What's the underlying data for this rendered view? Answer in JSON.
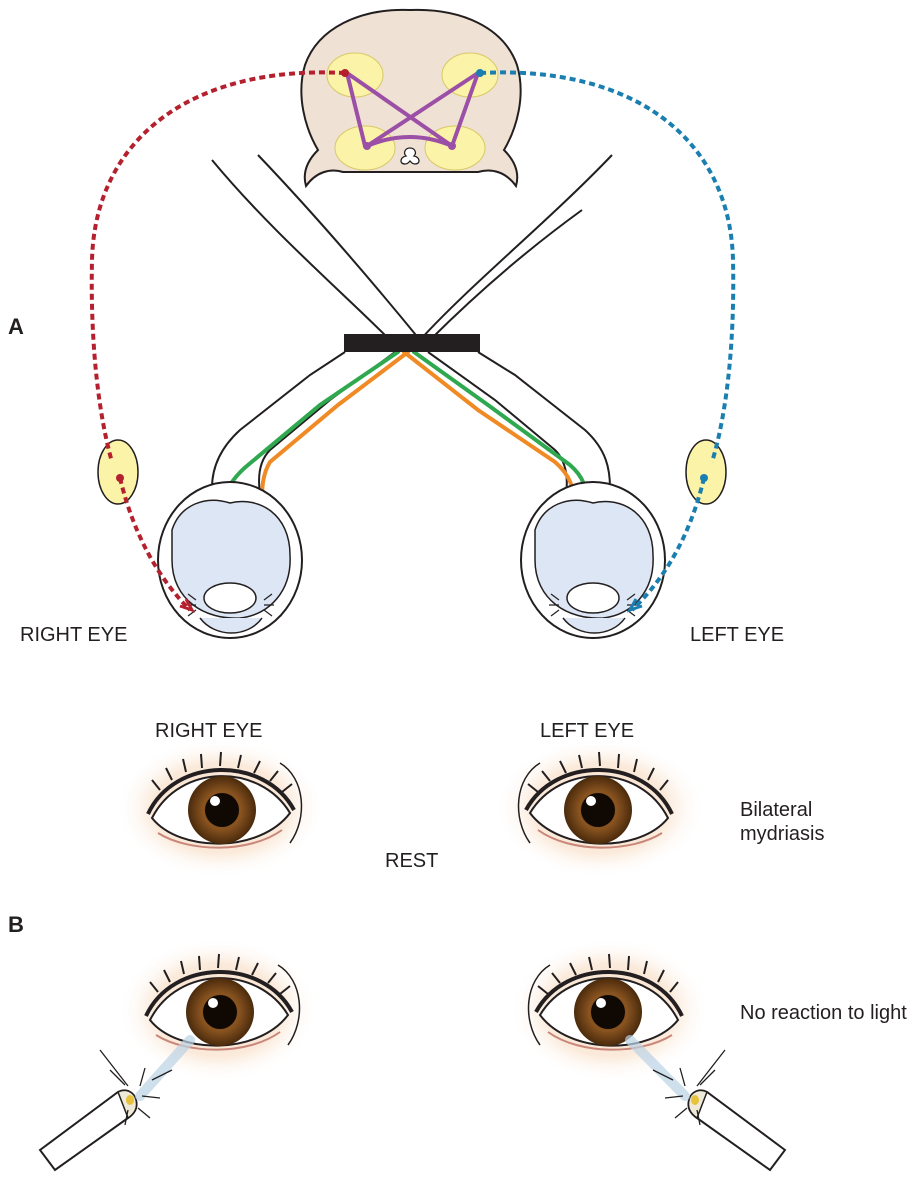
{
  "panel_a": {
    "label": "A",
    "right_eye_label": "RIGHT EYE",
    "left_eye_label": "LEFT EYE"
  },
  "panel_b": {
    "label": "B",
    "right_eye_label": "RIGHT EYE",
    "left_eye_label": "LEFT EYE",
    "rest_label": "REST",
    "mydriasis_label_line1": "Bilateral",
    "mydriasis_label_line2": "mydriasis",
    "reaction_label": "No reaction to light"
  },
  "colors": {
    "right_efferent": "#b5202e",
    "left_efferent": "#1a7fb0",
    "afferent_green": "#2fa84f",
    "afferent_orange": "#f08a24",
    "midbrain_interneurons": "#9b4fa6",
    "nucleus_fill": "#fbf3a8",
    "brainstem_fill": "#efe1d3",
    "globe_fill": "#dde6f4",
    "lesion": "#231f20",
    "iris": "#8a5420"
  }
}
